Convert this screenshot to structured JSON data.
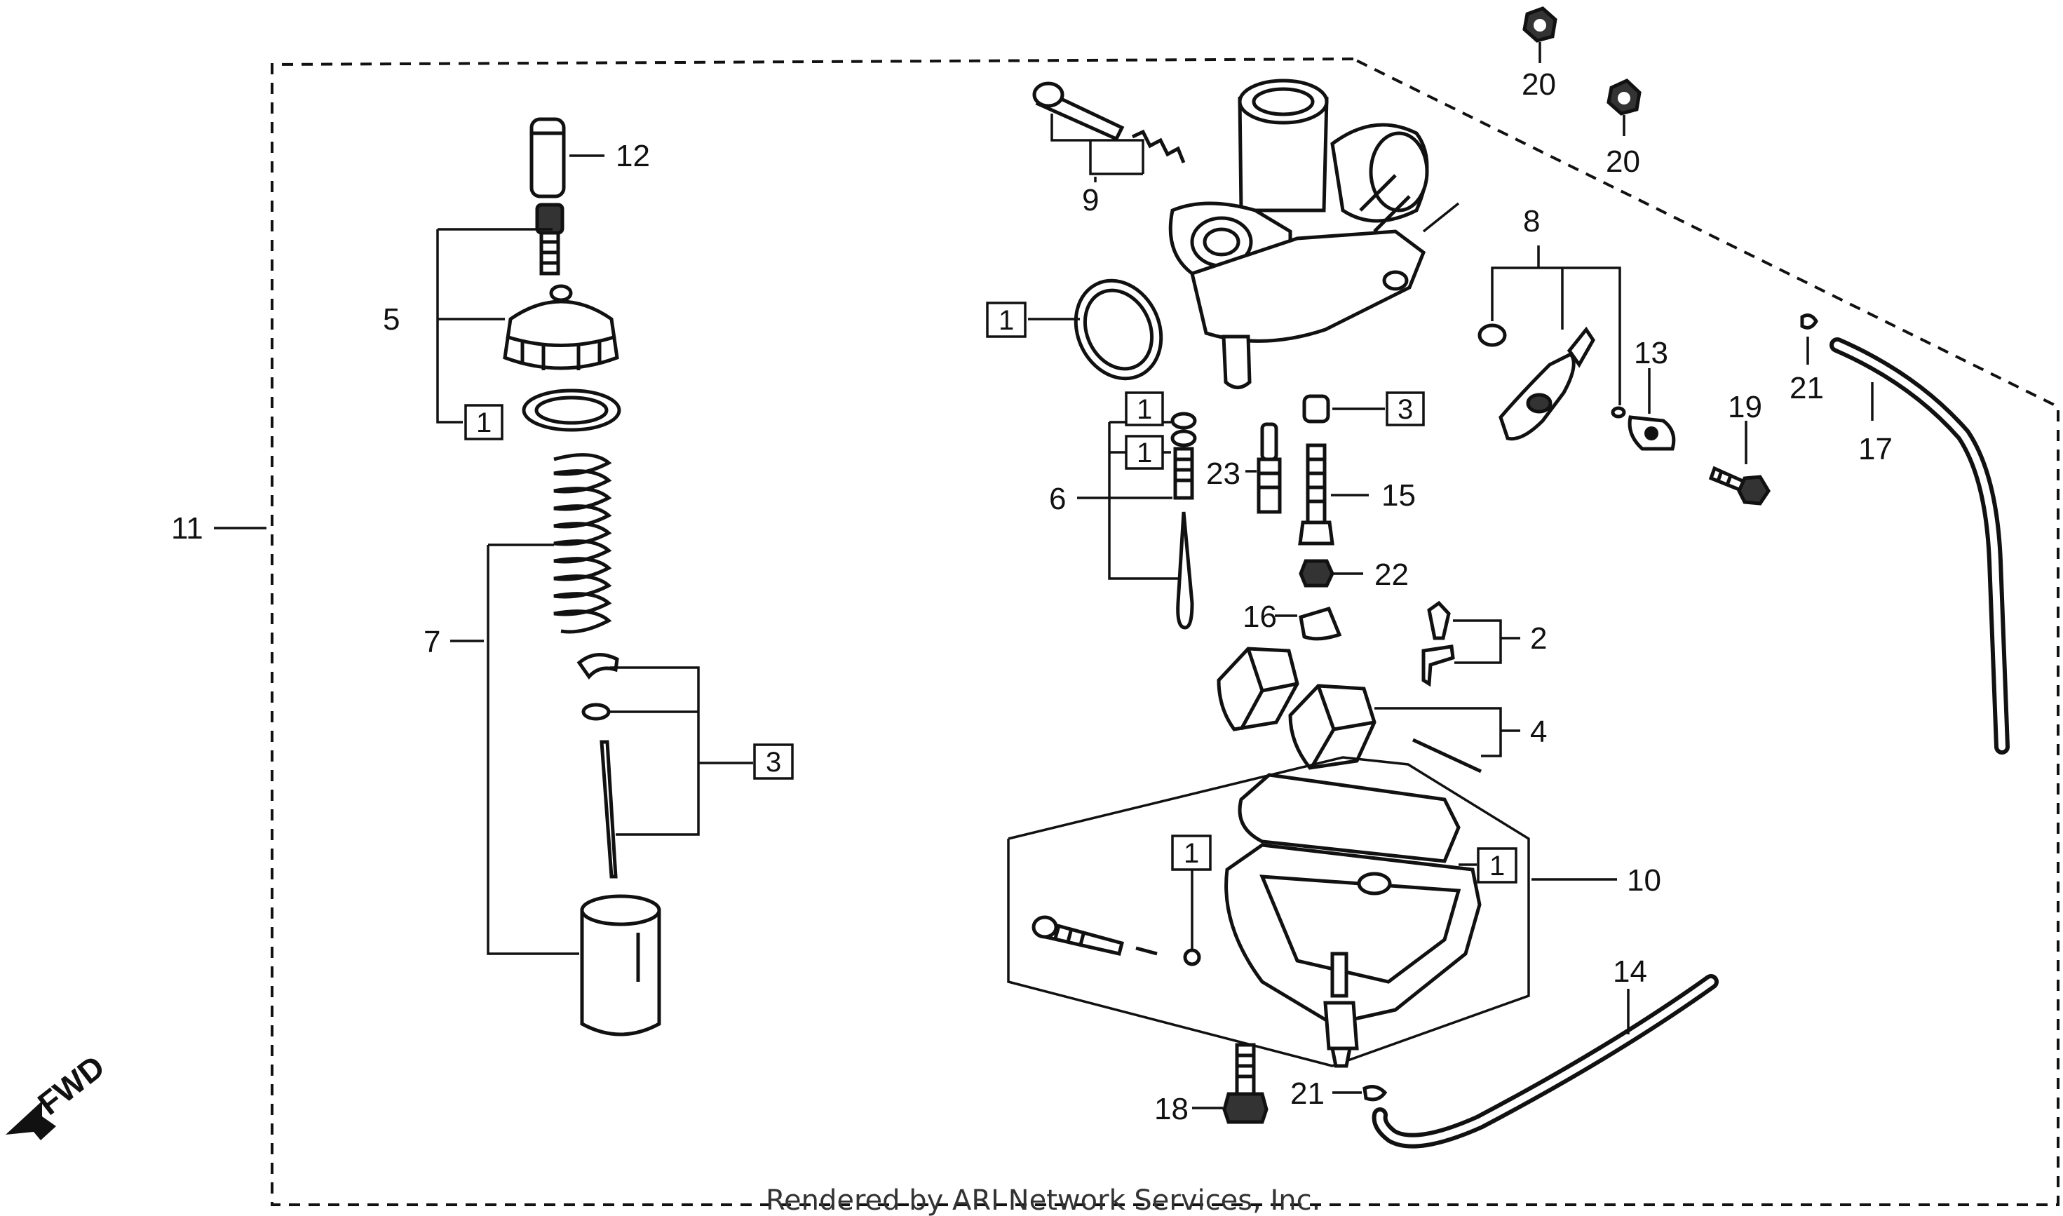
{
  "labels": {
    "p1": "1",
    "p2": "2",
    "p3": "3",
    "p4": "4",
    "p5": "5",
    "p6": "6",
    "p7": "7",
    "p8": "8",
    "p9": "9",
    "p10": "10",
    "p11": "11",
    "p12": "12",
    "p13": "13",
    "p14": "14",
    "p15": "15",
    "p16": "16",
    "p17": "17",
    "p18": "18",
    "p19": "19",
    "p20": "20",
    "p21": "21",
    "p22": "22",
    "p23": "23"
  },
  "fwd_label": "FWD",
  "footer": "Rendered by ARI Network Services, Inc."
}
